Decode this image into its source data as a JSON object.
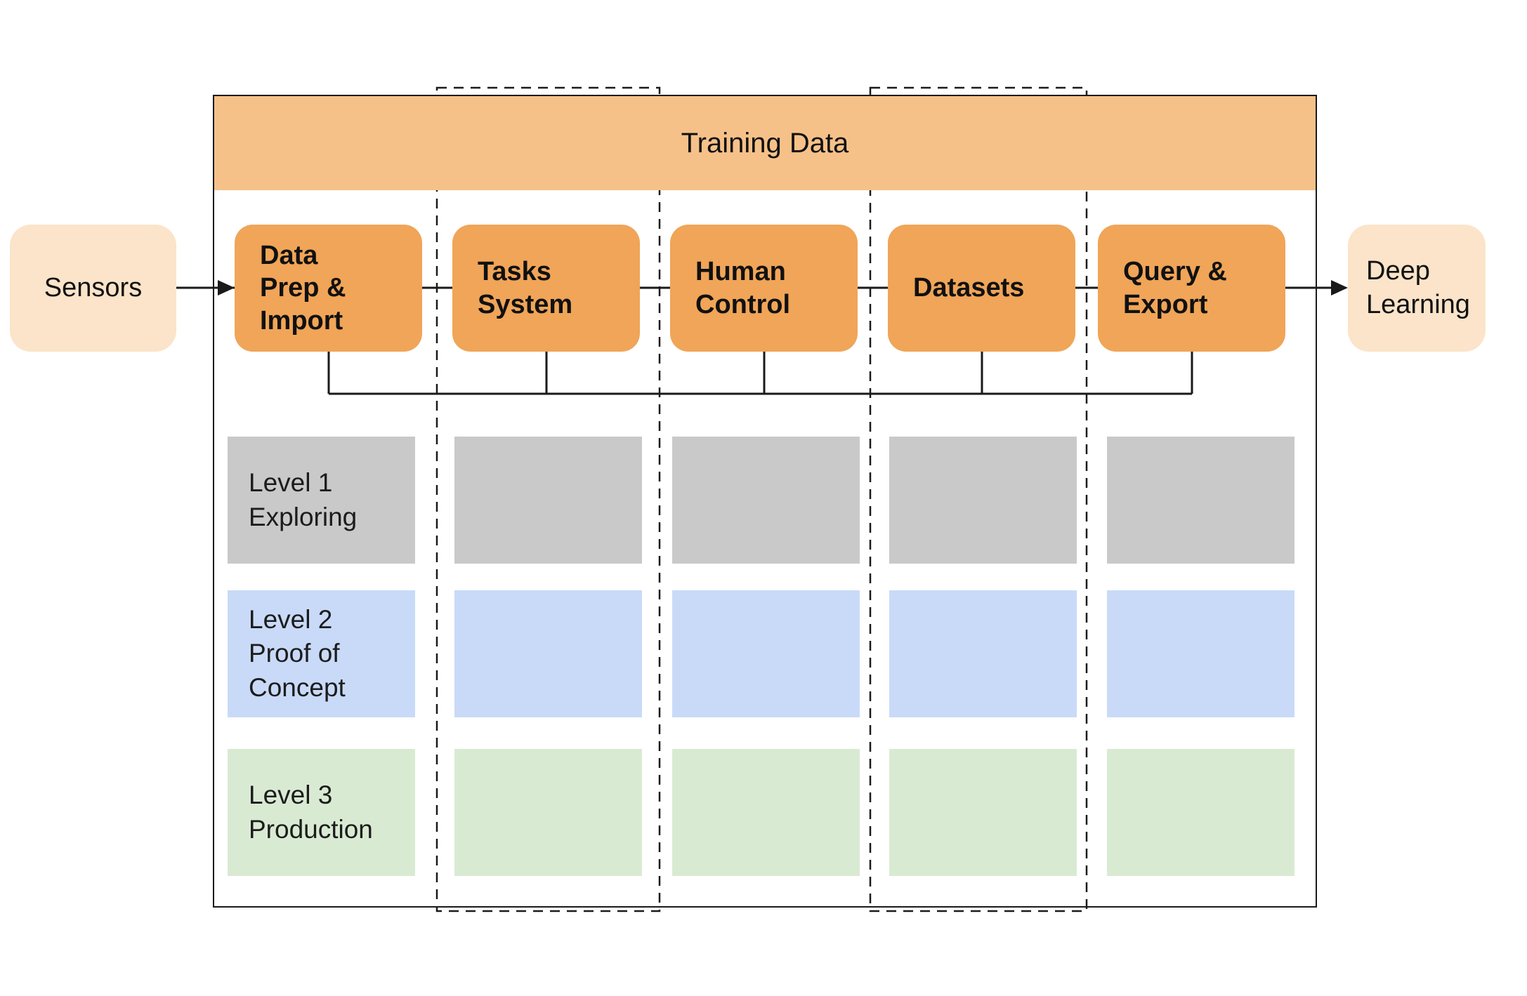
{
  "diagram": {
    "title": "Training Data",
    "sensors": {
      "label": "Sensors"
    },
    "deep_learning": {
      "label": "Deep\nLearning"
    },
    "modules": [
      {
        "label": "Data\nPrep &\nImport"
      },
      {
        "label": "Tasks\nSystem"
      },
      {
        "label": "Human\nControl"
      },
      {
        "label": "Datasets"
      },
      {
        "label": "Query &\nExport"
      }
    ],
    "levels": [
      {
        "label": "Level 1\nExploring",
        "color": "#C9C9C9"
      },
      {
        "label": "Level 2\nProof of\nConcept",
        "color": "#C9DAF8"
      },
      {
        "label": "Level 3\nProduction",
        "color": "#D9EAD3"
      }
    ],
    "colors": {
      "header_fill": "#F6C189",
      "module_fill": "#F0A558",
      "endpoint_fill": "#FBE4C9",
      "line": "#1a1a1a"
    }
  }
}
